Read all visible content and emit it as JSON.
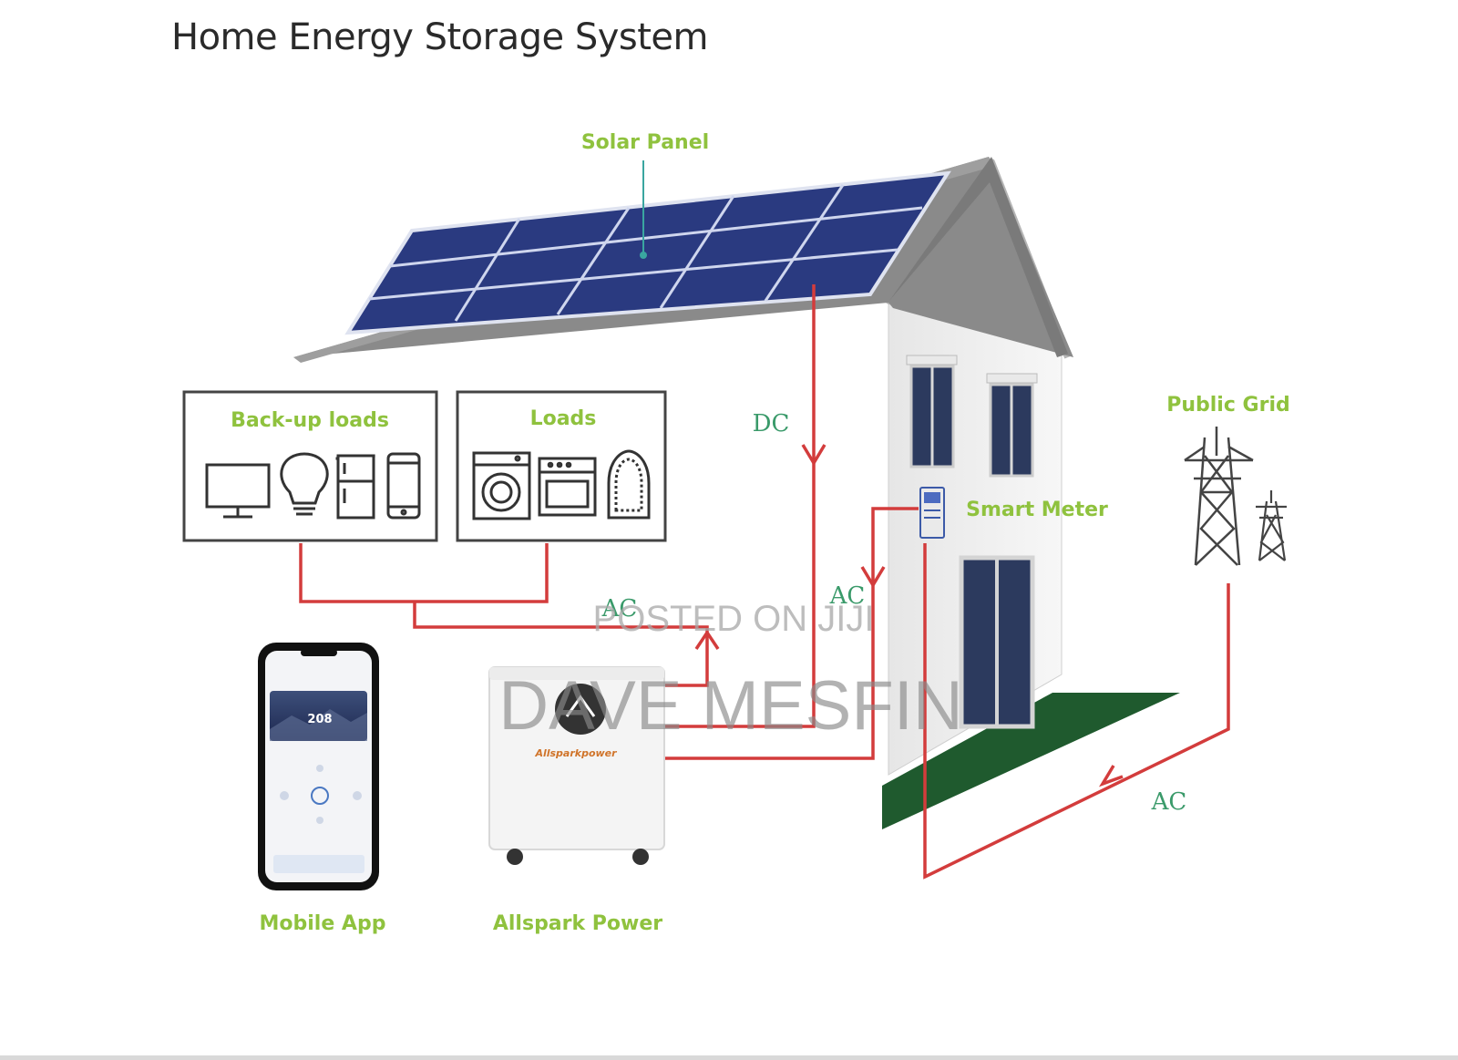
{
  "title": "Home Energy Storage System",
  "labels": {
    "solar_panel": "Solar Panel",
    "backup_loads": "Back-up loads",
    "loads": "Loads",
    "smart_meter": "Smart Meter",
    "public_grid": "Public Grid",
    "mobile_app": "Mobile App",
    "allspark_power": "Allspark Power",
    "dc": "DC",
    "ac_loads": "AC",
    "ac_meter": "AC",
    "ac_grid": "AC"
  },
  "device": {
    "brand": "Allsparkpower",
    "app_value": "208"
  },
  "watermark": {
    "line1": "POSTED ON JIJI",
    "line2": "DAVE MESFIN"
  },
  "colors": {
    "wire": "#d33c3c",
    "label_green": "#8fc23e",
    "panel_blue": "#2a3a80",
    "roof_gray": "#8a8a8a",
    "lawn_green": "#1f5a2e"
  }
}
